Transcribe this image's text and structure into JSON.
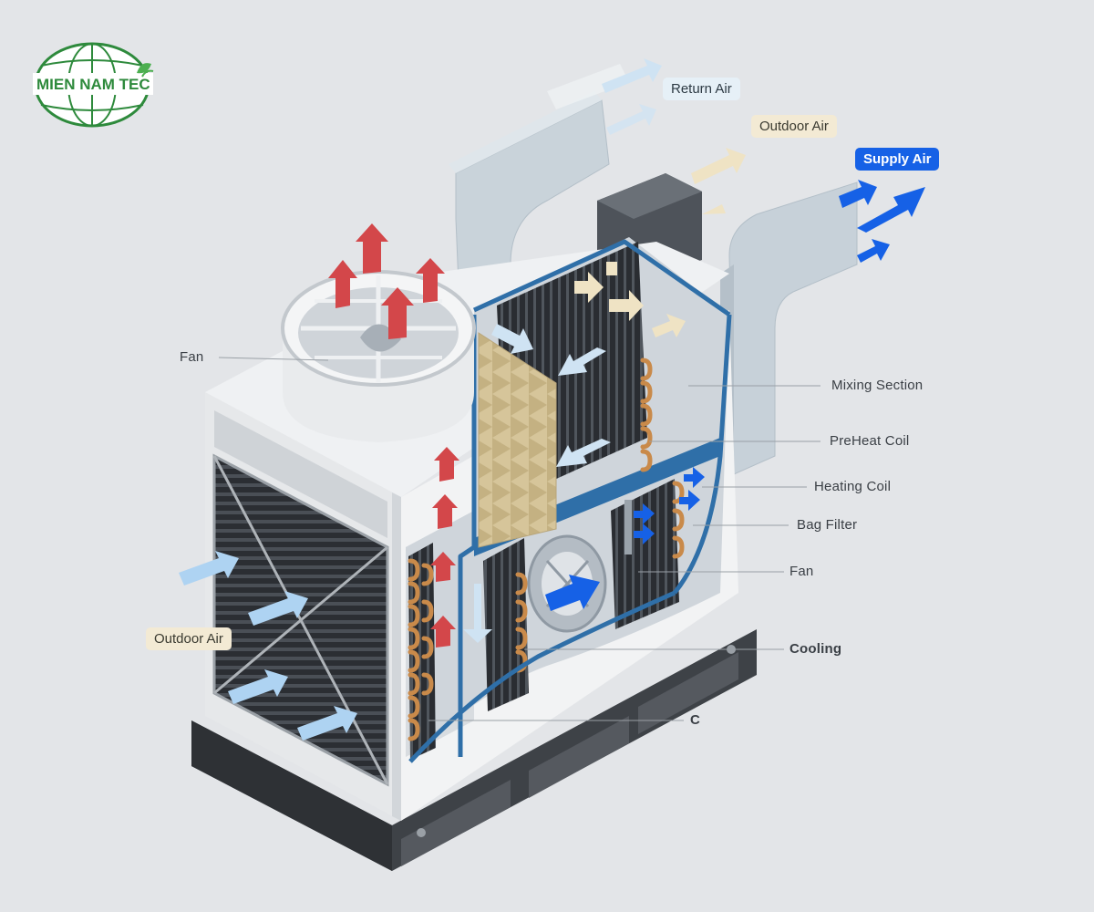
{
  "logo": {
    "text": "MIEN NAM TEC"
  },
  "labels": {
    "return_air": "Return Air",
    "outdoor_air_top": "Outdoor Air",
    "supply_air": "Supply Air",
    "fan_left": "Fan",
    "outdoor_air_left": "Outdoor Air",
    "mixing_section": "Mixing Section",
    "preheat_coil": "PreHeat Coil",
    "heating_coil": "Heating Coil",
    "bag_filter": "Bag Filter",
    "fan_right": "Fan",
    "cooling": "Cooling",
    "bottom_label": "C"
  },
  "colors": {
    "background": "#e3e5e8",
    "logo_green": "#2e8a3c",
    "supply_blue": "#1661e6",
    "return_blue": "#cfe3f3",
    "outdoor_beige": "#efe3c4",
    "exhaust_red": "#d3474a",
    "casing_outline": "#2f6fa8",
    "filter_tan": "#d8c79e",
    "coil_copper": "#c98a4a"
  },
  "icons": [
    "globe-logo-icon",
    "leaf-icon",
    "fan-icon",
    "arrow-icon",
    "coil-icon",
    "filter-icon"
  ]
}
